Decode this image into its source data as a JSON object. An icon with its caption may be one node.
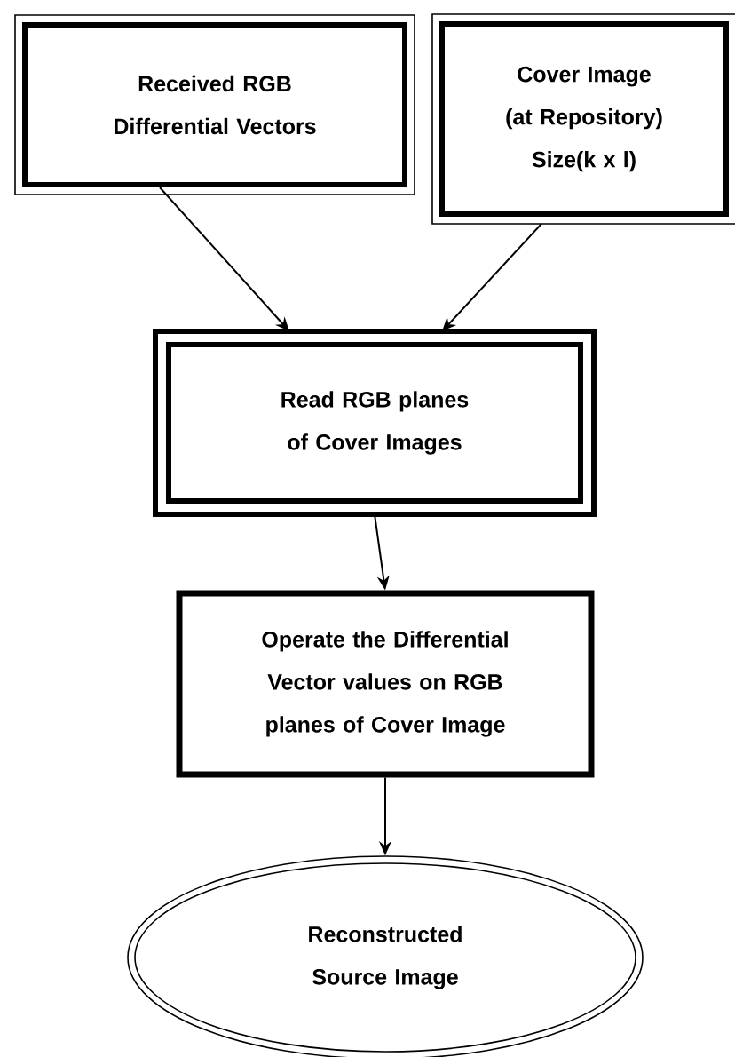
{
  "diagram": {
    "nodes": [
      {
        "text": [
          "Received RGB Differential Vectors"
        ]
      },
      {
        "text": [
          "Cover Image (at Repository) Size(k x l)"
        ]
      },
      {
        "text": [
          "Read RGB planes of Cover Images"
        ]
      },
      {
        "text": [
          "Operate the Differential Vector values on RGB planes of Cover Image"
        ]
      },
      {
        "text": [
          "Reconstructed Source Image"
        ]
      }
    ],
    "edges": [
      {
        "from": 0,
        "to": 2,
        "arrow": "to"
      },
      {
        "from": 1,
        "to": 2,
        "arrow": "to"
      },
      {
        "from": 2,
        "to": 3,
        "arrow": "to"
      },
      {
        "from": 3,
        "to": 4,
        "arrow": "to"
      }
    ]
  }
}
